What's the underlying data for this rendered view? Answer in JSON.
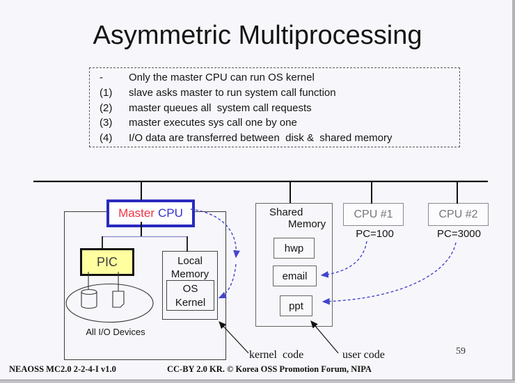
{
  "slide": {
    "title": "Asymmetric Multiprocessing",
    "page_number": "59",
    "footer_left": "NEAOSS MC2.0 2-2-4-I v1.0",
    "footer_center": "CC-BY 2.0 KR. © Korea OSS Promotion Forum, NIPA"
  },
  "notes": {
    "items": [
      {
        "marker": "-",
        "text": "Only the master CPU can run OS kernel"
      },
      {
        "marker": "(1)",
        "text": "slave asks master to run system call function"
      },
      {
        "marker": "(2)",
        "text": "master queues all  system call requests"
      },
      {
        "marker": "(3)",
        "text": "master executes sys call one by one"
      },
      {
        "marker": "(4)",
        "text": "I/O data are transferred between  disk &  shared memory"
      }
    ]
  },
  "diagram": {
    "master_cpu": {
      "word_master": "Master",
      "word_cpu": "CPU"
    },
    "pic": {
      "label": "PIC"
    },
    "io_group": {
      "label": "All I/O Devices"
    },
    "local_memory": {
      "line1": "Local",
      "line2": "Memory"
    },
    "os_kernel": {
      "line1": "OS",
      "line2": "Kernel"
    },
    "shared_memory": {
      "line1": "Shared",
      "line2": "Memory",
      "slots": [
        "hwp",
        "email",
        "ppt"
      ]
    },
    "cpu1": {
      "label": "CPU #1",
      "pc": "PC=100"
    },
    "cpu2": {
      "label": "CPU #2",
      "pc": "PC=3000"
    },
    "labels": {
      "kernel_code": "kernel  code",
      "user_code": "user code"
    },
    "icons": {
      "disk": "cylinder-shape",
      "document": "dog-eared-rectangle"
    },
    "colors": {
      "page_background": "#f7f7fb",
      "master_cpu_border": "#2a2ac0",
      "master_text": "#ee3344",
      "cpu_text": "#3333cc",
      "pic_fill": "#ffffa0",
      "dashed_arrow": "#4444cc",
      "connector_line": "#8888cc",
      "cpu_box_gray": "#8a8a8e",
      "edge_gray": "#b2b2b6"
    }
  }
}
